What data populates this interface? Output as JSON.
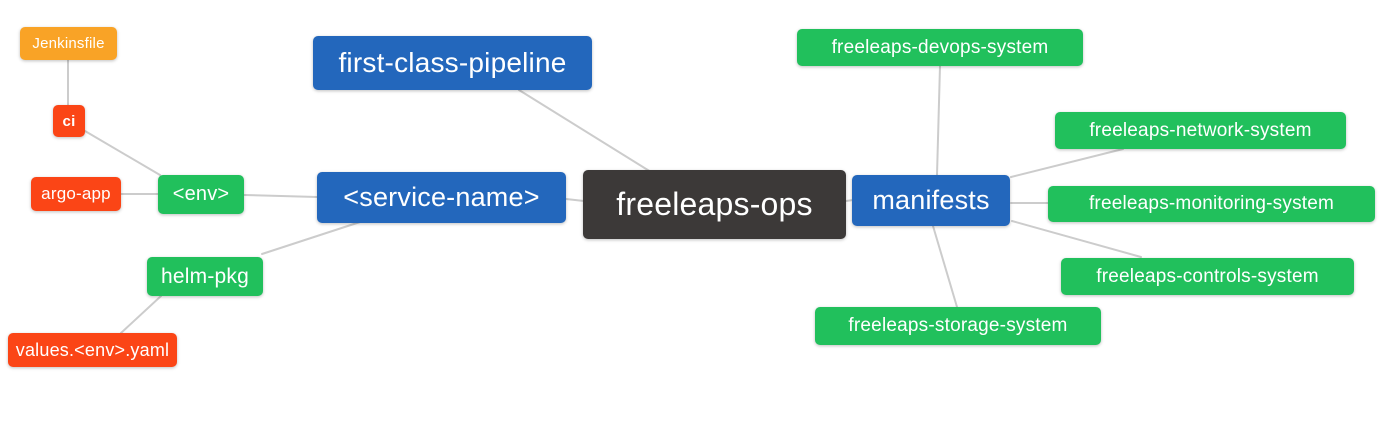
{
  "diagram": {
    "root_label": "freeleaps-ops",
    "colors": {
      "root_node": "#3c3938",
      "branch_node": "#2367bc",
      "green_node": "#21c05c",
      "red_node": "#fb4516",
      "orange_node": "#f9a326",
      "edge": "#cccccc",
      "node_text": "#ffffff",
      "background": "#ffffff"
    },
    "nodes": [
      {
        "id": "jenkinsfile",
        "label": "Jenkinsfile",
        "color": "#f9a326"
      },
      {
        "id": "ci",
        "label": "ci",
        "color": "#fb4516"
      },
      {
        "id": "argo-app",
        "label": "argo-app",
        "color": "#fb4516"
      },
      {
        "id": "env",
        "label": "<env>",
        "color": "#21c05c"
      },
      {
        "id": "helm-pkg",
        "label": "helm-pkg",
        "color": "#21c05c"
      },
      {
        "id": "values-env-yaml",
        "label": "values.<env>.yaml",
        "color": "#fb4516"
      },
      {
        "id": "first-class-pipeline",
        "label": "first-class-pipeline",
        "color": "#2367bc"
      },
      {
        "id": "service-name",
        "label": "<service-name>",
        "color": "#2367bc"
      },
      {
        "id": "freeleaps-ops",
        "label": "freeleaps-ops",
        "color": "#3c3938"
      },
      {
        "id": "manifests",
        "label": "manifests",
        "color": "#2367bc"
      },
      {
        "id": "freeleaps-devops-system",
        "label": "freeleaps-devops-system",
        "color": "#21c05c"
      },
      {
        "id": "freeleaps-network-system",
        "label": "freeleaps-network-system",
        "color": "#21c05c"
      },
      {
        "id": "freeleaps-monitoring-system",
        "label": "freeleaps-monitoring-system",
        "color": "#21c05c"
      },
      {
        "id": "freeleaps-controls-system",
        "label": "freeleaps-controls-system",
        "color": "#21c05c"
      },
      {
        "id": "freeleaps-storage-system",
        "label": "freeleaps-storage-system",
        "color": "#21c05c"
      }
    ],
    "edges": [
      {
        "from": "jenkinsfile",
        "to": "ci"
      },
      {
        "from": "ci",
        "to": "env"
      },
      {
        "from": "argo-app",
        "to": "env"
      },
      {
        "from": "env",
        "to": "service-name"
      },
      {
        "from": "helm-pkg",
        "to": "service-name"
      },
      {
        "from": "values-env-yaml",
        "to": "helm-pkg"
      },
      {
        "from": "first-class-pipeline",
        "to": "freeleaps-ops"
      },
      {
        "from": "service-name",
        "to": "freeleaps-ops"
      },
      {
        "from": "freeleaps-ops",
        "to": "manifests"
      },
      {
        "from": "manifests",
        "to": "freeleaps-devops-system"
      },
      {
        "from": "manifests",
        "to": "freeleaps-network-system"
      },
      {
        "from": "manifests",
        "to": "freeleaps-monitoring-system"
      },
      {
        "from": "manifests",
        "to": "freeleaps-controls-system"
      },
      {
        "from": "manifests",
        "to": "freeleaps-storage-system"
      }
    ]
  }
}
